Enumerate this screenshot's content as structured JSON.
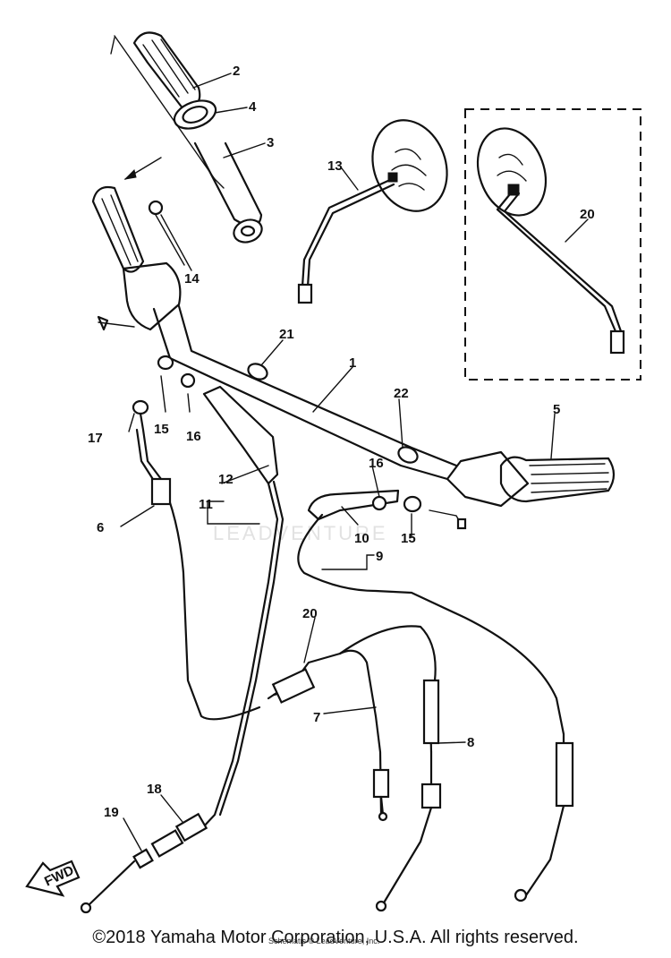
{
  "diagram": {
    "watermark": "LEADVENTURE",
    "fwd_label": "FWD",
    "parts": [
      {
        "id": "1",
        "label": "1"
      },
      {
        "id": "2",
        "label": "2"
      },
      {
        "id": "3",
        "label": "3"
      },
      {
        "id": "4",
        "label": "4"
      },
      {
        "id": "5",
        "label": "5"
      },
      {
        "id": "6",
        "label": "6"
      },
      {
        "id": "7",
        "label": "7"
      },
      {
        "id": "8",
        "label": "8"
      },
      {
        "id": "9",
        "label": "9"
      },
      {
        "id": "10",
        "label": "10"
      },
      {
        "id": "11",
        "label": "11"
      },
      {
        "id": "12",
        "label": "12"
      },
      {
        "id": "13",
        "label": "13"
      },
      {
        "id": "14",
        "label": "14"
      },
      {
        "id": "15a",
        "label": "15"
      },
      {
        "id": "15b",
        "label": "15"
      },
      {
        "id": "16a",
        "label": "16"
      },
      {
        "id": "16b",
        "label": "16"
      },
      {
        "id": "17",
        "label": "17"
      },
      {
        "id": "18",
        "label": "18"
      },
      {
        "id": "19",
        "label": "19"
      },
      {
        "id": "20a",
        "label": "20"
      },
      {
        "id": "20b",
        "label": "20"
      },
      {
        "id": "21",
        "label": "21"
      },
      {
        "id": "22",
        "label": "22"
      }
    ]
  },
  "footer": {
    "copyright": "©2018 Yamaha Motor Corporation, U.S.A. All rights reserved.",
    "sub_credit": "Schematic © LeadVenture, Inc."
  }
}
